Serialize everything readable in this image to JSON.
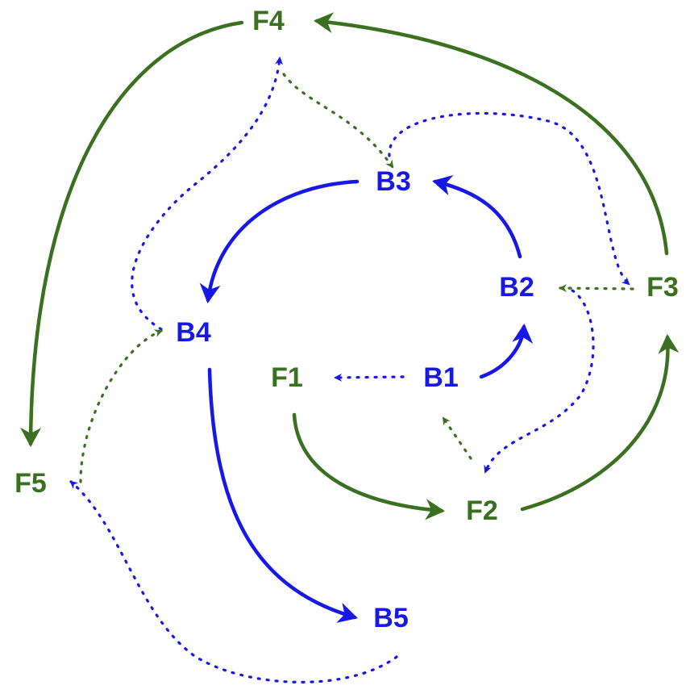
{
  "colors": {
    "green": "#3a7020",
    "blue": "#1818e6"
  },
  "nodes": {
    "F1": {
      "label": "F1",
      "group": "green"
    },
    "F2": {
      "label": "F2",
      "group": "green"
    },
    "F3": {
      "label": "F3",
      "group": "green"
    },
    "F4": {
      "label": "F4",
      "group": "green"
    },
    "F5": {
      "label": "F5",
      "group": "green"
    },
    "B1": {
      "label": "B1",
      "group": "blue"
    },
    "B2": {
      "label": "B2",
      "group": "blue"
    },
    "B3": {
      "label": "B3",
      "group": "blue"
    },
    "B4": {
      "label": "B4",
      "group": "blue"
    },
    "B5": {
      "label": "B5",
      "group": "blue"
    }
  },
  "edges": [
    {
      "from": "F1",
      "to": "F2",
      "style": "solid",
      "color": "green"
    },
    {
      "from": "F2",
      "to": "F3",
      "style": "solid",
      "color": "green"
    },
    {
      "from": "F3",
      "to": "F4",
      "style": "solid",
      "color": "green"
    },
    {
      "from": "F4",
      "to": "F5",
      "style": "solid",
      "color": "green"
    },
    {
      "from": "B1",
      "to": "B2",
      "style": "solid",
      "color": "blue"
    },
    {
      "from": "B2",
      "to": "B3",
      "style": "solid",
      "color": "blue"
    },
    {
      "from": "B3",
      "to": "B4",
      "style": "solid",
      "color": "blue"
    },
    {
      "from": "B4",
      "to": "B5",
      "style": "solid",
      "color": "blue"
    },
    {
      "from": "B1",
      "to": "F1",
      "style": "dotted",
      "color": "blue"
    },
    {
      "from": "F2",
      "to": "B1",
      "style": "dotted",
      "color": "green"
    },
    {
      "from": "B2",
      "to": "F2",
      "style": "dotted",
      "color": "blue"
    },
    {
      "from": "F3",
      "to": "B2",
      "style": "dotted",
      "color": "green"
    },
    {
      "from": "B3",
      "to": "F3",
      "style": "dotted",
      "color": "blue"
    },
    {
      "from": "F4",
      "to": "B3",
      "style": "dotted",
      "color": "green"
    },
    {
      "from": "B4",
      "to": "F4",
      "style": "dotted",
      "color": "blue"
    },
    {
      "from": "F5",
      "to": "B4",
      "style": "dotted",
      "color": "green"
    },
    {
      "from": "B5",
      "to": "F5",
      "style": "dotted",
      "color": "blue"
    }
  ]
}
